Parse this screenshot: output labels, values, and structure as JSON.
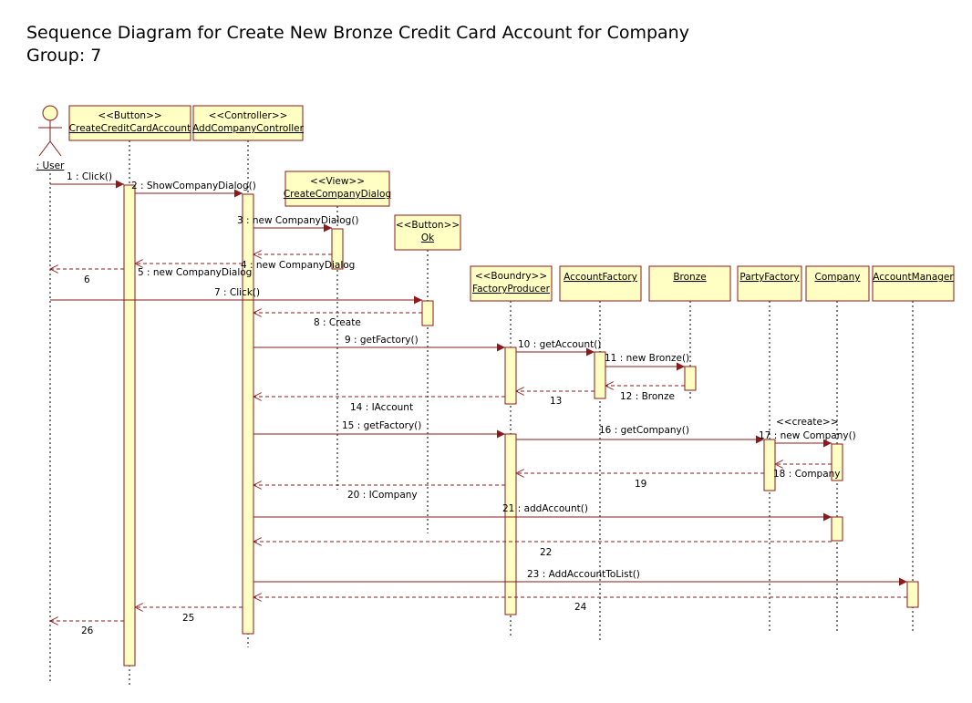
{
  "title": "Sequence Diagram for Create New Bronze Credit Card Account for Company",
  "subtitle": "Group: 7",
  "colors": {
    "box_fill": "#ffffc4",
    "box_stroke": "#8b1a1a",
    "activation_fill": "#ffffc4",
    "activation_stroke": "#8b1a1a",
    "lifeline": "#000000",
    "message_line": "#8b1a1a",
    "return_line": "#8b1a1a"
  },
  "actor": {
    "label": ": User"
  },
  "participants": [
    {
      "id": "btn",
      "stereotype": "<<Button>>",
      "name": "CreateCreditCardAccount"
    },
    {
      "id": "ctrl",
      "stereotype": "<<Controller>>",
      "name": "AddCompanyController"
    },
    {
      "id": "view",
      "stereotype": "<<View>>",
      "name": "CreateCompanyDialog"
    },
    {
      "id": "ok",
      "stereotype": "<<Button>>",
      "name": "Ok"
    },
    {
      "id": "fp",
      "stereotype": "<<Boundry>>",
      "name": "FactoryProducer"
    },
    {
      "id": "af",
      "stereotype": "",
      "name": "AccountFactory"
    },
    {
      "id": "bronze",
      "stereotype": "",
      "name": "Bronze"
    },
    {
      "id": "pf",
      "stereotype": "",
      "name": "PartyFactory"
    },
    {
      "id": "company",
      "stereotype": "",
      "name": "Company"
    },
    {
      "id": "am",
      "stereotype": "",
      "name": "AccountManager"
    }
  ],
  "messages": [
    {
      "label": "1 : Click()",
      "kind": "call"
    },
    {
      "label": "2 : ShowCompanyDialog()",
      "kind": "call"
    },
    {
      "label": "3 : new CompanyDialog()",
      "kind": "call"
    },
    {
      "label": "4 : new CompanyDialog",
      "kind": "return"
    },
    {
      "label": "5 : new CompanyDialog",
      "kind": "return"
    },
    {
      "label": "6",
      "kind": "return"
    },
    {
      "label": "7 : Click()",
      "kind": "call"
    },
    {
      "label": "8 : Create",
      "kind": "return"
    },
    {
      "label": "9 : getFactory()",
      "kind": "call"
    },
    {
      "label": "10 : getAccount()",
      "kind": "call"
    },
    {
      "label": "11 : new Bronze()",
      "kind": "call"
    },
    {
      "label": "12 : Bronze",
      "kind": "return"
    },
    {
      "label": "13",
      "kind": "return"
    },
    {
      "label": "14 : IAccount",
      "kind": "return"
    },
    {
      "label": "15 : getFactory()",
      "kind": "call"
    },
    {
      "label": "16 : getCompany()",
      "kind": "call"
    },
    {
      "label": "<<create>>",
      "kind": "stereotype"
    },
    {
      "label": "17 : new Company()",
      "kind": "call"
    },
    {
      "label": "18 : Company",
      "kind": "return"
    },
    {
      "label": "19",
      "kind": "return"
    },
    {
      "label": "20 : ICompany",
      "kind": "return"
    },
    {
      "label": "21 : addAccount()",
      "kind": "call"
    },
    {
      "label": "22",
      "kind": "return"
    },
    {
      "label": "23 : AddAccountToList()",
      "kind": "call"
    },
    {
      "label": "24",
      "kind": "return"
    },
    {
      "label": "25",
      "kind": "return"
    },
    {
      "label": "26",
      "kind": "return"
    }
  ]
}
